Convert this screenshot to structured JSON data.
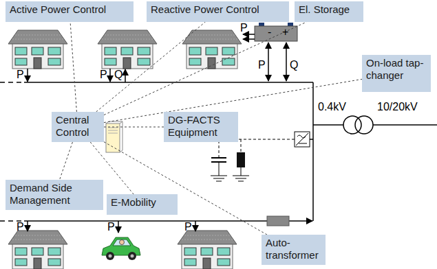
{
  "diagram": {
    "nodes": [
      {
        "text": [
          "Active Power Control"
        ]
      },
      {
        "text": [
          "Reactive Power Control"
        ]
      },
      {
        "text": [
          "El. Storage"
        ]
      },
      {
        "text": [
          "On-load tap-changer"
        ]
      },
      {
        "text": [
          "Central Control"
        ]
      },
      {
        "text": [
          "DG-FACTS Equipment"
        ]
      },
      {
        "text": [
          "Demand Side Management"
        ]
      },
      {
        "text": [
          "E-Mobility"
        ]
      },
      {
        "text": [
          "Auto-transformer"
        ]
      }
    ],
    "edges": [
      {
        "from": 4,
        "to": 0,
        "arrow": "none"
      },
      {
        "from": 4,
        "to": 1,
        "arrow": "none"
      },
      {
        "from": 4,
        "to": 2,
        "arrow": "none"
      },
      {
        "from": 4,
        "to": 3,
        "arrow": "none"
      },
      {
        "from": 4,
        "to": 5,
        "arrow": "none"
      },
      {
        "from": 4,
        "to": 6,
        "arrow": "none"
      },
      {
        "from": 4,
        "to": 7,
        "arrow": "none"
      },
      {
        "from": 4,
        "to": 8,
        "arrow": "none"
      }
    ],
    "labels": [
      "P",
      "P",
      "Q",
      "P",
      "-",
      "+",
      "P",
      "Q",
      "0.4kV",
      "10/20kV",
      "P",
      "P",
      "P"
    ]
  }
}
